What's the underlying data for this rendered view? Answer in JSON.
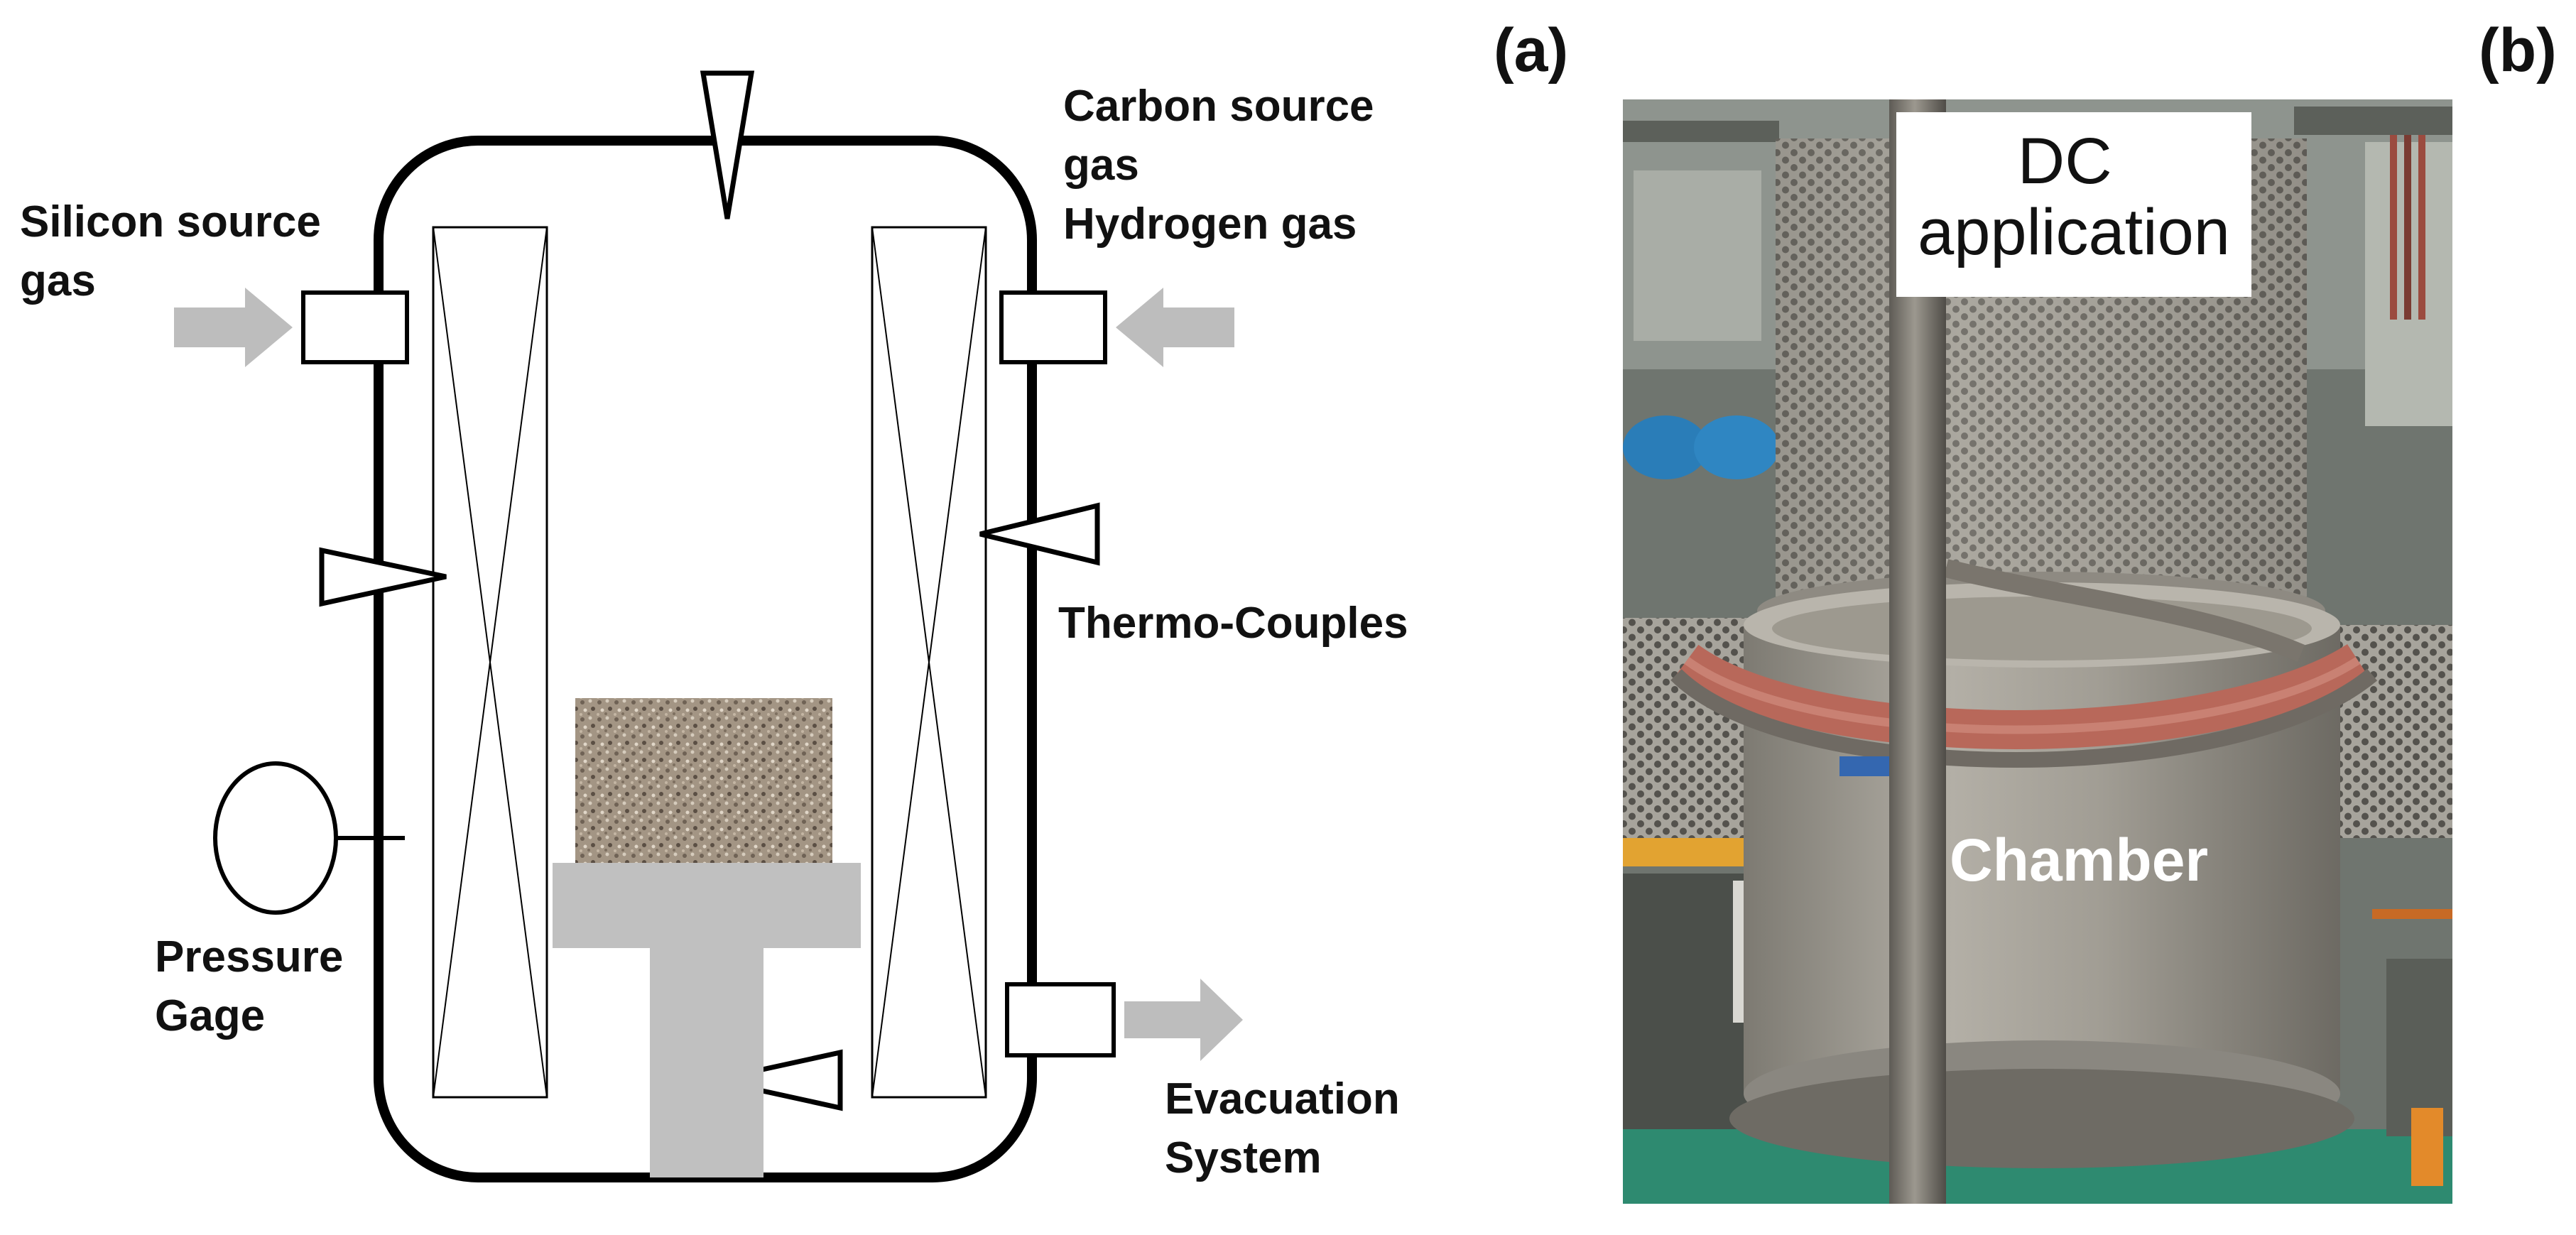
{
  "panels": {
    "a": "(a)",
    "b": "(b)"
  },
  "schematic": {
    "silicon_source_label": [
      "Silicon source",
      "gas"
    ],
    "carbon_source_label": [
      "Carbon source",
      "gas",
      "Hydrogen gas"
    ],
    "thermocouples_label": "Thermo-Couples",
    "pressure_gage_label": [
      "Pressure",
      "Gage"
    ],
    "evacuation_label": [
      "Evacuation",
      "System"
    ],
    "colors": {
      "outline": "#000000",
      "arrow": "#bdbdbd",
      "susceptor": "#c0c0c0",
      "sample": "#9a8a78"
    }
  },
  "photo": {
    "dc_label": [
      "DC",
      "application"
    ],
    "chamber_label": "Chamber",
    "colors": {
      "metal": "#9a968c",
      "cable": "#b8685a",
      "background": "#6f756f",
      "floor": "#2e8a70"
    }
  }
}
